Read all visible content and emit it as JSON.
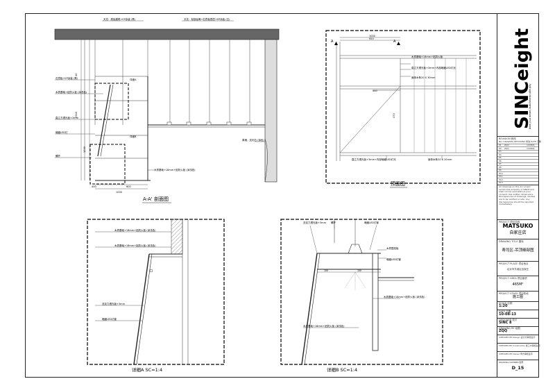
{
  "drawing": {
    "section_title": "A-A' 剖面图",
    "ceiling_plan_title": "顶面图",
    "detail_a_title": "详细A   SC=1:4",
    "detail_b_title": "详细B   SC=1:4",
    "notes": {
      "top_left": "天花：原始建筑+EP涂装 (黑)",
      "top_mid": "天花：轻钢龙骨+石膏板叠层+EP涂装 (白)",
      "lime_wall": "石膏板+EP涂装 (黑)",
      "wood_veneer_1": "木质基础+贴防火板 (深浅色)",
      "glass_1": "直立方透光板+3mm",
      "led": "暗藏LED灯",
      "detail_a": "详细A",
      "detail_b": "详细B",
      "bolt": "螺杆",
      "wood_base": "木质基础+18mm+贴防火板 (深浅色)",
      "column": "原墙、支化石 (拟色)",
      "plan_note_1": "木质基础+18mm+贴防火板",
      "plan_note_2": "直立方透光板+3mm+内部暗藏LED灯光",
      "plan_note_3": "面饰木条20 X 30mm",
      "plan_note_4": "直立方透光板+3mm+内部暗藏LED灯光",
      "plan_note_5": "面饰木条20 X 20mm",
      "dA_1": "木质基础+18mm+贴防火板 (深浅色)",
      "dA_2": "木质基础+18mm+贴防火板 (深浅色)",
      "dA_3": "亚克力透光板+3mm",
      "dA_4": "暗藏LED灯管",
      "dB_1": "亚克力透光板+3mm",
      "dB_2": "螺杆",
      "dB_3": "暗藏LED灯管",
      "dB_4": "木质围挡板",
      "dB_5": "木质基础+18mm+贴防火板 (深浅色)",
      "dB_6": "木质基础+18mm+贴防火板 (深浅色)"
    },
    "dims": {
      "d1": "1000",
      "d2": "920",
      "d3": "100",
      "d4": "600",
      "d5": "400",
      "d6": "440",
      "d7": "470",
      "v1": "40",
      "v2": "2240",
      "v3": "1200",
      "v4": "100",
      "s1": "1000",
      "s2": "400",
      "s3": "600"
    },
    "section_mark": "A",
    "section_mark2": "A"
  },
  "title_block": {
    "brand": "SINCeight",
    "brand_sub": "think your dream, build interior with play",
    "revision_label": "REVISION 修改",
    "rev_header": "NO.  DRAWING REVISIONS 修改    DATE 日期",
    "revs": [
      {
        "no": "P1",
        "by": "ZQQ",
        "date": "100805"
      },
      {
        "no": "P2",
        "by": "ZQQ",
        "date": "100809"
      },
      {
        "no": "P3",
        "by": "",
        "date": ""
      },
      {
        "no": "P4",
        "by": "",
        "date": ""
      },
      {
        "no": "P5",
        "by": "",
        "date": ""
      },
      {
        "no": "P6",
        "by": "",
        "date": ""
      },
      {
        "no": "P7",
        "by": "",
        "date": ""
      },
      {
        "no": "P8",
        "by": "",
        "date": ""
      },
      {
        "no": "P9",
        "by": "",
        "date": ""
      },
      {
        "no": "P10",
        "by": "",
        "date": ""
      },
      {
        "no": "P11",
        "by": "",
        "date": ""
      },
      {
        "no": "P12",
        "by": "",
        "date": ""
      },
      {
        "no": "P13",
        "by": "",
        "date": ""
      }
    ],
    "disclaimer": "All drawings on this document remain the property of SINC8 and shall not be used without prior consent. Use written dimensions. Discrepancies of drawings, studies are to be verified on site. Any discrepancies should be reported immediately.",
    "project_label": "PROJECT 项目名称",
    "project_name": "MATSUKO",
    "project_name_cn": "自家庄店",
    "drawing_title_label": "DRAWING TITLE 图标",
    "drawing_title": "寿司区-吊顶细部图",
    "project_place_label": "PROJECT PLACE 项目地点",
    "project_place": "北京市东城区自家庄",
    "project_area_label": "PROJECT AREA 项目面积",
    "project_area": "465M²",
    "project_stage_label": "PROJECT STAGE 项目阶段",
    "project_stage": "施工图",
    "scale_label": "SCALE 比例",
    "scale": "1:20",
    "date_label": "DATE 日期",
    "date": "10-08-13",
    "designer_label": "DESIGNER 设计",
    "designer": "SINC 8",
    "drawing_by_label": "DRAWING BY 绘图",
    "drawing_by": "ZQQ",
    "checked_design": "CHECKED BY Design  设计方审核签字",
    "checked_constructor": "CHECKED BY Constructor  施工方审核签字",
    "checked_owner": "CHECKED BY Owner  甲方审核签字",
    "drawing_number_label": "DRAWING NUMBER 图号",
    "drawing_number": "D_15"
  }
}
